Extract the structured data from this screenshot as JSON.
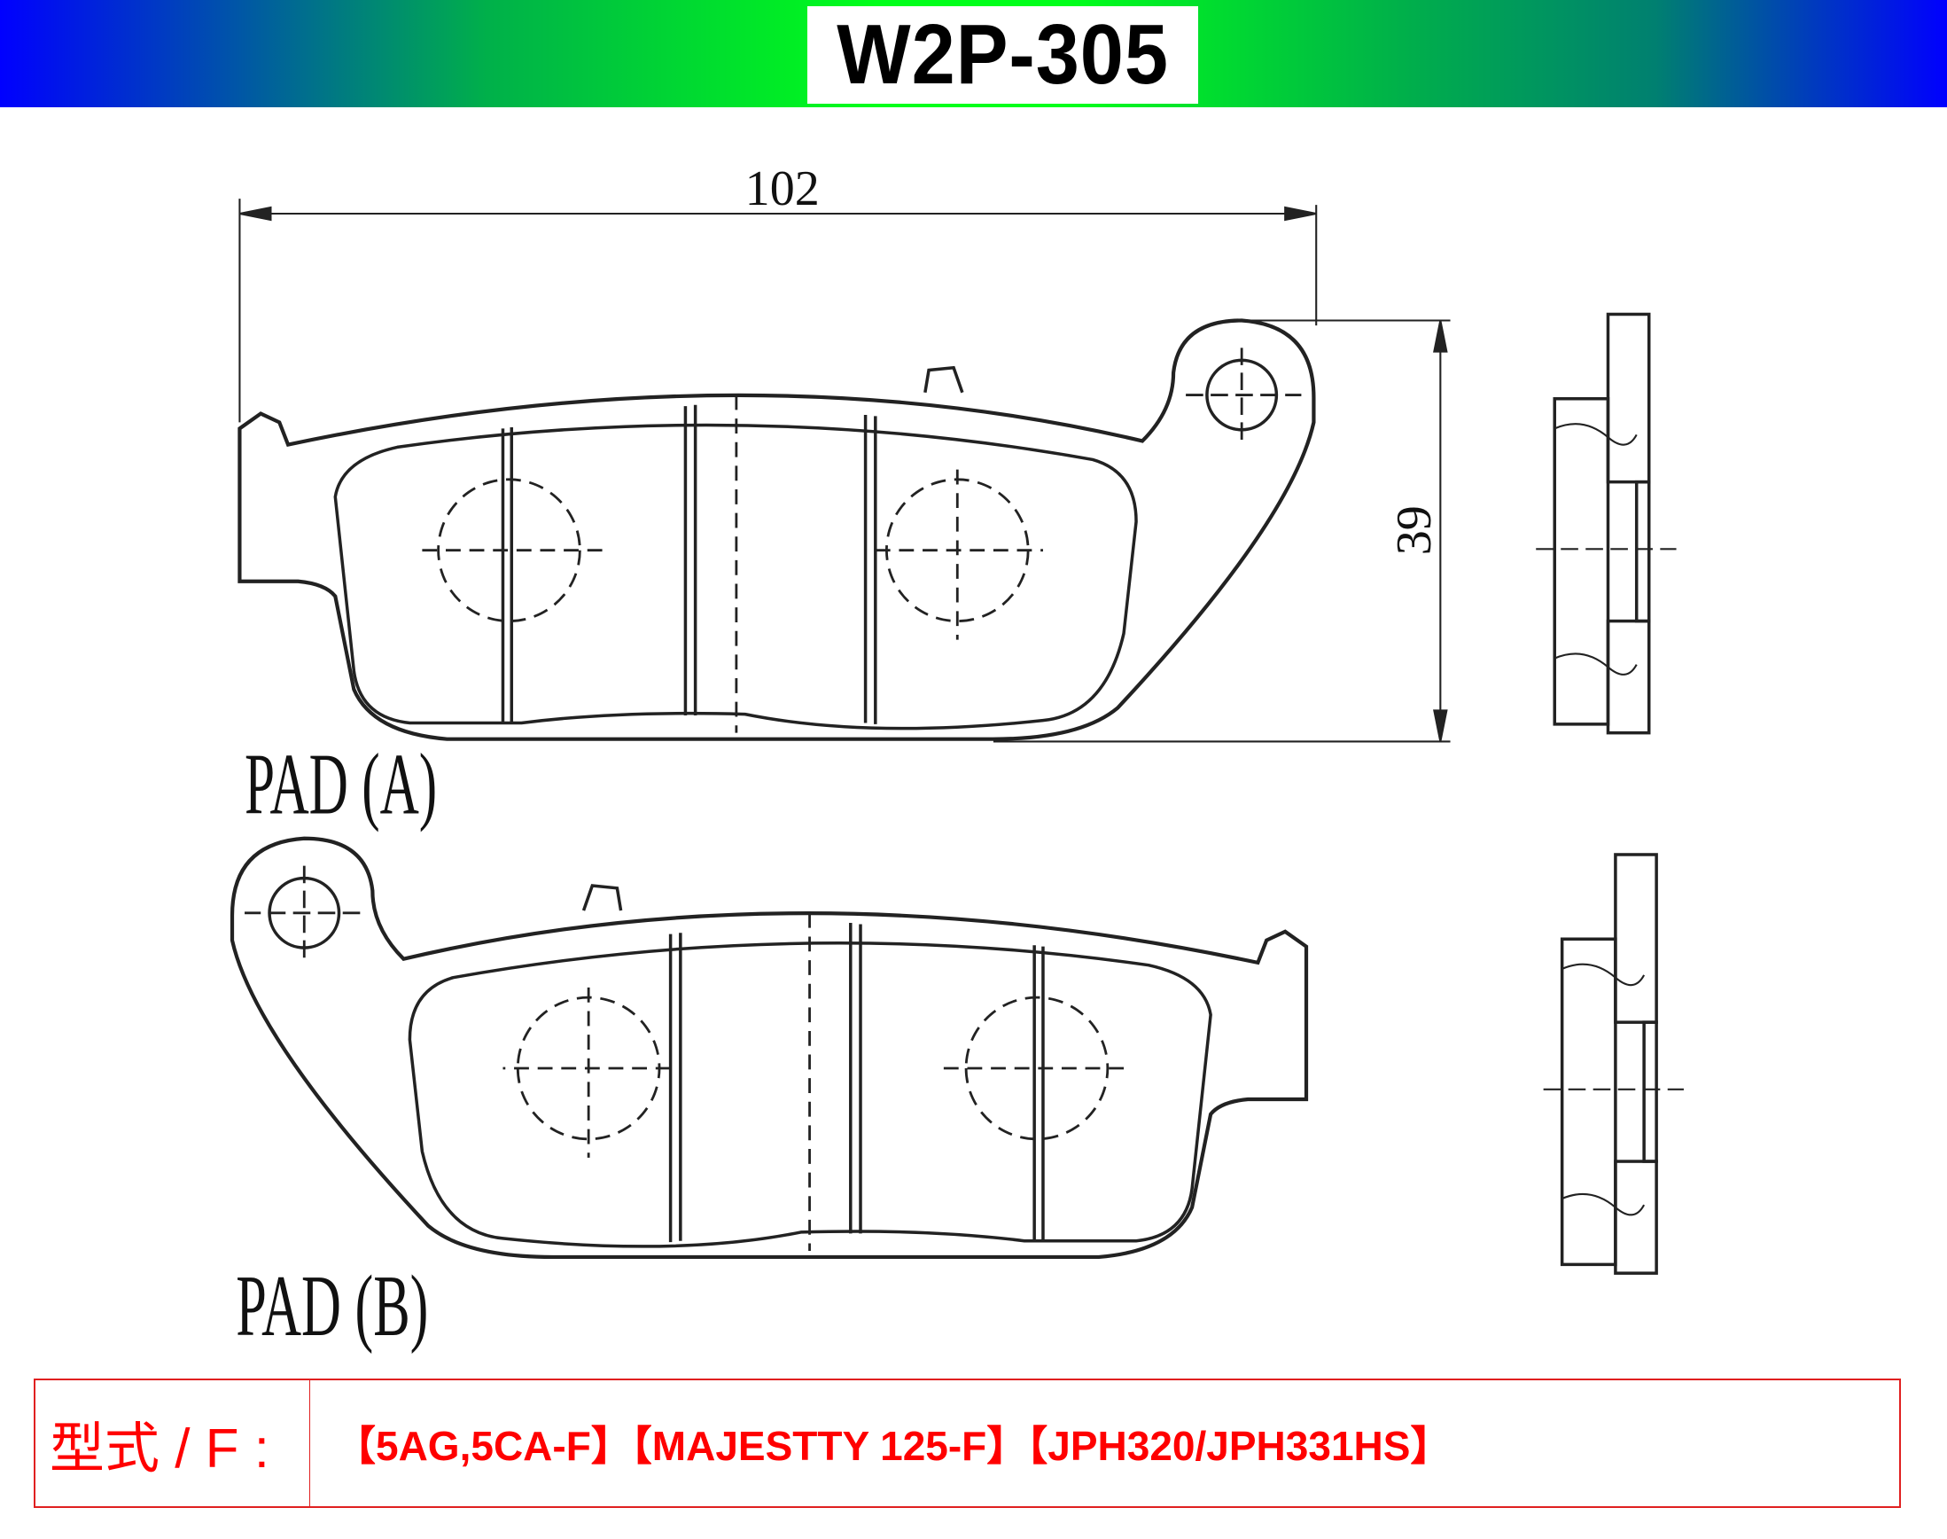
{
  "header": {
    "title": "W2P-305"
  },
  "drawing": {
    "width_dimension": "102",
    "height_dimension": "39",
    "pad_a_label": "PAD (A)",
    "pad_b_label": "PAD (B)"
  },
  "spec": {
    "label": "型式 / F :",
    "models": "【5AG,5CA-F】【MAJESTTY 125-F】【JPH320/JPH331HS】"
  },
  "colors": {
    "accent_red": "#ff0000",
    "header_blue": "#0000ff",
    "header_green": "#00ff1a"
  }
}
